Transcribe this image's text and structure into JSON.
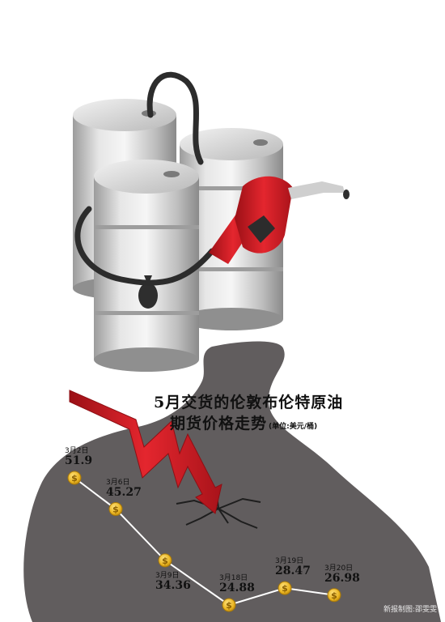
{
  "title_line1": "5月交货的伦敦布伦特原油",
  "title_line2": "期货价格走势",
  "unit": "(单位:美元/桶)",
  "credit": "新报制图:邵雯雯",
  "chart_data": {
    "type": "line",
    "title": "5月交货的伦敦布伦特原油期货价格走势",
    "unit": "美元/桶",
    "x": [
      "3月2日",
      "3月6日",
      "3月9日",
      "3月18日",
      "3月19日",
      "3月20日"
    ],
    "values": [
      51.9,
      45.27,
      34.36,
      24.88,
      28.47,
      26.98
    ],
    "value_labels": [
      "51.9",
      "45.27",
      "34.36",
      "24.88",
      "28.47",
      "26.98"
    ],
    "ylim": [
      20,
      55
    ],
    "grid": false,
    "marker": "dollar-coin",
    "colors": {
      "line": "#ffffff",
      "coin": "#e8b320",
      "backdrop": "#615d5e",
      "arrow": "#c8171f"
    }
  }
}
